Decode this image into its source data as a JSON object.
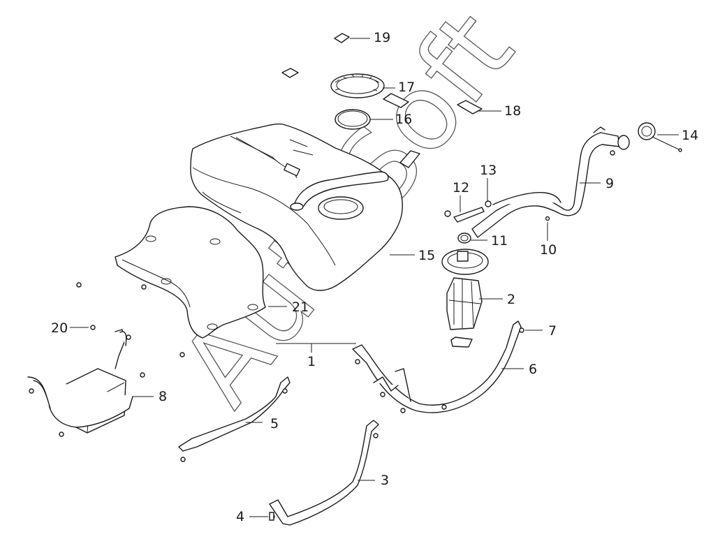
{
  "watermark": {
    "text": "AutoSoft"
  },
  "callouts": [
    {
      "id": "c1",
      "label": "1"
    },
    {
      "id": "c2",
      "label": "2"
    },
    {
      "id": "c3",
      "label": "3"
    },
    {
      "id": "c4",
      "label": "4"
    },
    {
      "id": "c5",
      "label": "5"
    },
    {
      "id": "c6",
      "label": "6"
    },
    {
      "id": "c7",
      "label": "7"
    },
    {
      "id": "c8",
      "label": "8"
    },
    {
      "id": "c9",
      "label": "9"
    },
    {
      "id": "c10",
      "label": "10"
    },
    {
      "id": "c11",
      "label": "11"
    },
    {
      "id": "c12",
      "label": "12"
    },
    {
      "id": "c13",
      "label": "13"
    },
    {
      "id": "c14",
      "label": "14"
    },
    {
      "id": "c15",
      "label": "15"
    },
    {
      "id": "c16",
      "label": "16"
    },
    {
      "id": "c17",
      "label": "17"
    },
    {
      "id": "c18",
      "label": "18"
    },
    {
      "id": "c19",
      "label": "19"
    },
    {
      "id": "c20",
      "label": "20"
    },
    {
      "id": "c21",
      "label": "21"
    }
  ]
}
